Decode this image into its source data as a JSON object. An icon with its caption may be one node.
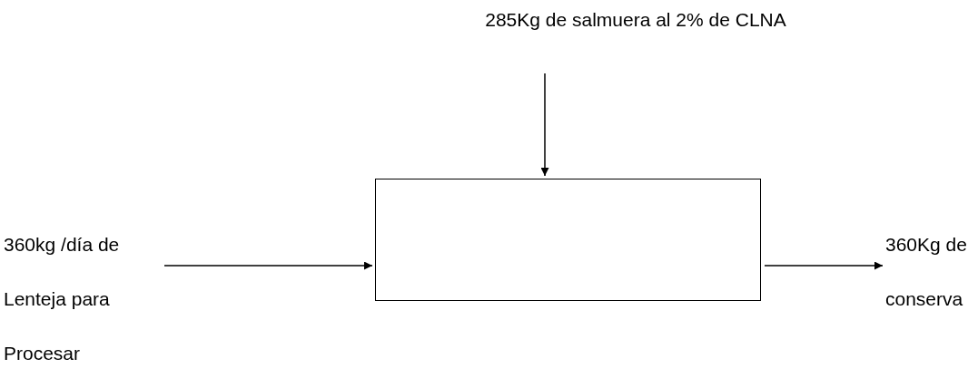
{
  "diagram": {
    "nodes": [
      {
        "text": [
          "360kg /día de Lenteja para Procesar"
        ]
      },
      {
        "text": [
          "285Kg de salmuera al 2% de CLNA"
        ]
      },
      {
        "text": [],
        "shape": "box"
      },
      {
        "text": [
          "360Kg de conserva"
        ]
      }
    ],
    "edges": [
      {
        "from": 0,
        "to": 2,
        "arrow": "to"
      },
      {
        "from": 1,
        "to": 2,
        "arrow": "to"
      },
      {
        "from": 2,
        "to": 3,
        "arrow": "to"
      }
    ]
  }
}
